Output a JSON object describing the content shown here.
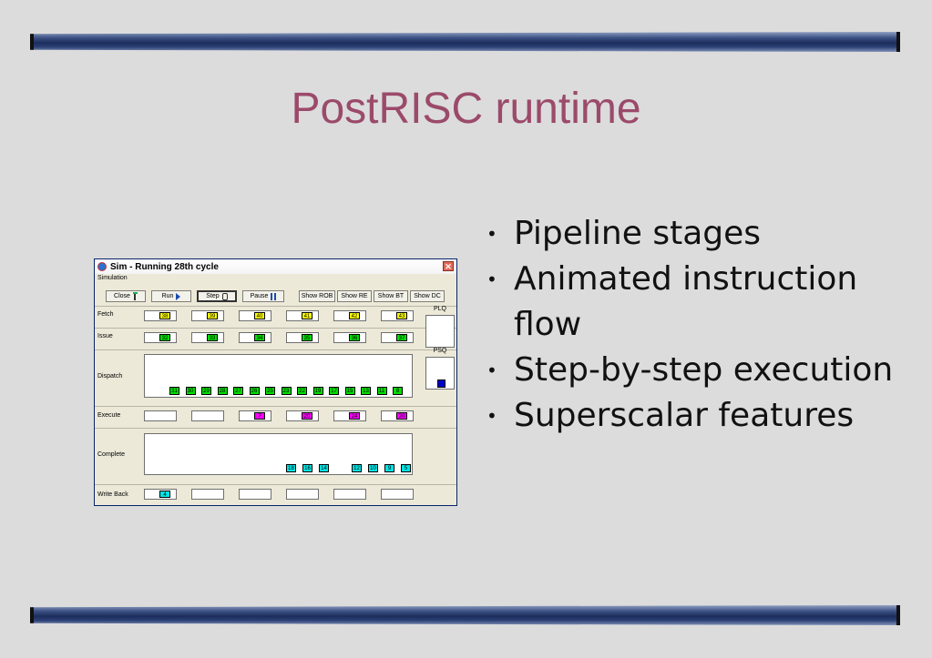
{
  "slide": {
    "title": "PostRISC runtime",
    "bullets": [
      "Pipeline stages",
      "Animated instruction flow",
      "Step-by-step execution",
      "Superscalar features"
    ]
  },
  "window": {
    "title": "Sim - Running 28th cycle",
    "menu": [
      "Simulation"
    ],
    "buttons": [
      "Close",
      "Run",
      "Step",
      "Pause",
      "Show ROB",
      "Show RE",
      "Show BT",
      "Show DC"
    ],
    "labels": {
      "fetch": "Fetch",
      "issue": "Issue",
      "dispatch": "Dispatch",
      "execute": "Execute",
      "complete": "Complete",
      "writeback": "Write Back",
      "plq": "PLQ",
      "psq": "PSQ"
    },
    "colors": {
      "yellow": "#ffff00",
      "green": "#00dd00",
      "magenta": "#ff00ff",
      "cyan": "#00e5e5",
      "blue": "#0000c8"
    },
    "fetch": [
      "38",
      "39",
      "40",
      "41",
      "42",
      "43"
    ],
    "issue": [
      "32",
      "33",
      "34",
      "35",
      "36",
      "37"
    ],
    "dispatch": [
      "31",
      "30",
      "29",
      "28",
      "27",
      "26",
      "25",
      "23",
      "22",
      "19",
      "17",
      "15",
      "13",
      "11",
      "8"
    ],
    "execute": [
      "",
      "",
      "7",
      "20",
      "24",
      "20"
    ],
    "complete": [
      "18",
      "16",
      "14",
      "12",
      "10",
      "9",
      "5"
    ],
    "writeback": [
      "4",
      "",
      "",
      "",
      "",
      ""
    ]
  }
}
